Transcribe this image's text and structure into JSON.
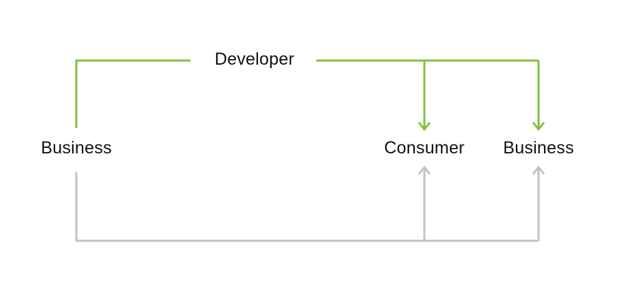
{
  "diagram": {
    "nodes": {
      "developer": "Developer",
      "business_left": "Business",
      "consumer": "Consumer",
      "business_right": "Business"
    },
    "colors": {
      "primary_flow": "#7dc142",
      "secondary_flow": "#c2c2c2",
      "text": "#111111",
      "background": "#ffffff"
    }
  }
}
